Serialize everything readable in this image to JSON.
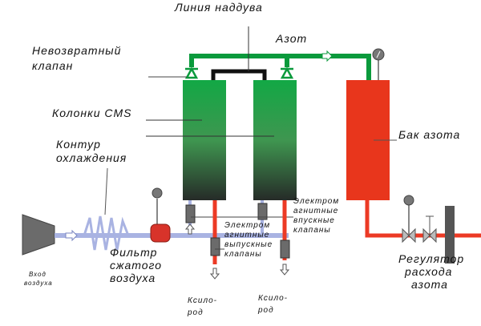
{
  "labels": {
    "boost_line": "Линия наддува",
    "nitrogen": "Азот",
    "check_valve": [
      "Невозвратный",
      "клапан"
    ],
    "cms_columns": "Колонки CMS",
    "cooling_loop": [
      "Контур",
      "охлаждения"
    ],
    "nitrogen_tank": "Бак азота",
    "air_inlet": [
      "Вход",
      "воздуха"
    ],
    "filter": [
      "Фильтр",
      "сжатого",
      "воздуха"
    ],
    "inlet_valves": [
      "Электром",
      "агнитные",
      "впускные",
      "клапаны"
    ],
    "outlet_valves": [
      "Электром",
      "агнитные",
      "выпускные",
      "клапаны"
    ],
    "oxygen_1": [
      "Ксило-",
      "род"
    ],
    "oxygen_2": [
      "Ксило-",
      "род"
    ],
    "flow_regulator": [
      "Регулятор",
      "расхода",
      "азота"
    ]
  },
  "colors": {
    "nitrogen_pipe": "#0a9a3c",
    "column_top": "#12a845",
    "column_bottom": "#2b332e",
    "tank": "#e8361c",
    "air_pipe": "#a9b3e2",
    "oxygen_pipe": "#ec3a25",
    "valve": "#6b6b6b"
  }
}
